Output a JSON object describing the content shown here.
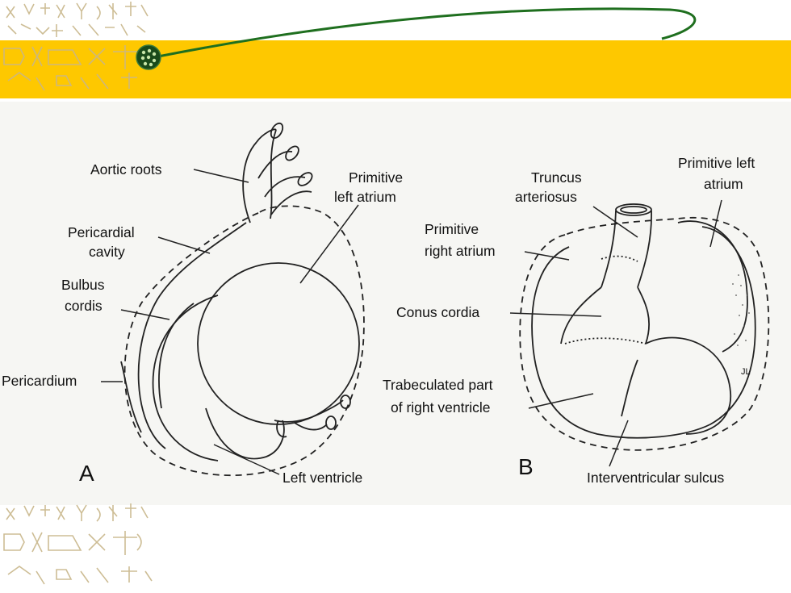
{
  "figure": {
    "panel_a": {
      "letter": "A",
      "labels": {
        "aortic_roots": "Aortic roots",
        "primitive_left_atrium_1": "Primitive",
        "primitive_left_atrium_2": "left atrium",
        "pericardial_cavity_1": "Pericardial",
        "pericardial_cavity_2": "cavity",
        "bulbus_cordis_1": "Bulbus",
        "bulbus_cordis_2": "cordis",
        "pericardium": "Pericardium",
        "left_ventricle": "Left ventricle"
      }
    },
    "panel_b": {
      "letter": "B",
      "labels": {
        "truncus_1": "Truncus",
        "truncus_2": "arteriosus",
        "primitive_left_atrium_1": "Primitive left",
        "primitive_left_atrium_2": "atrium",
        "primitive_right_atrium_1": "Primitive",
        "primitive_right_atrium_2": "right atrium",
        "conus_cordia": "Conus cordia",
        "trabeculated_1": "Trabeculated part",
        "trabeculated_2": "of right ventricle",
        "interventricular_sulcus": "Interventricular sulcus",
        "initials": "JL"
      }
    }
  },
  "colors": {
    "banner": "#fec800",
    "swoosh": "#1f6f1f",
    "ornament": "#c8b68a"
  }
}
